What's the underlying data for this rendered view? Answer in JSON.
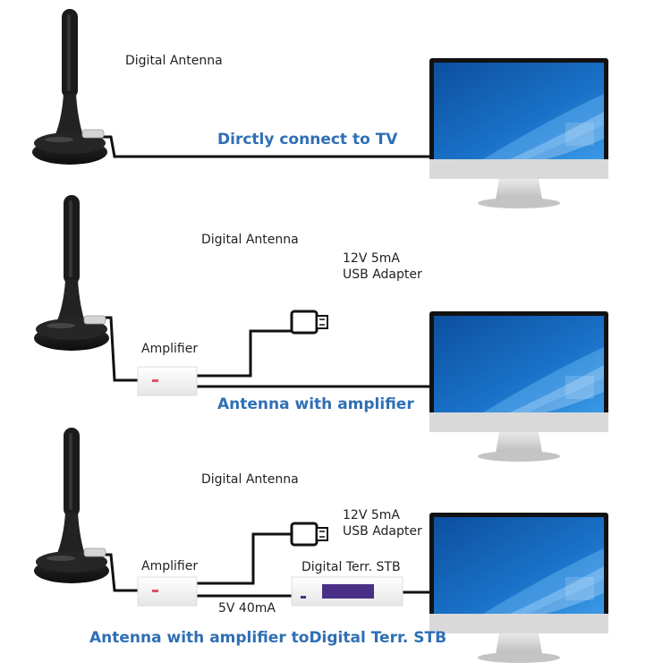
{
  "colors": {
    "title_blue": "#2f6fb5",
    "cable": "#111111",
    "antenna_black": "#1b1b1b",
    "screen_blue": "#1565b8",
    "stb_display": "#4a2f86",
    "led_red": "#e0506a"
  },
  "sections": [
    {
      "antenna_label": "Digital Antenna",
      "title": "Dirctly connect to TV"
    },
    {
      "antenna_label": "Digital Antenna",
      "power_label": "12V 5mA",
      "adapter_label": "USB Adapter",
      "amplifier_label": "Amplifier",
      "title": "Antenna with amplifier"
    },
    {
      "antenna_label": "Digital Antenna",
      "power_label": "12V 5mA",
      "adapter_label": "USB Adapter",
      "amplifier_label": "Amplifier",
      "stb_label": "Digital Terr. STB",
      "current_label": "5V 40mA",
      "title": "Antenna with amplifier toDigital Terr. STB"
    }
  ],
  "icons": {
    "antenna": "antenna-icon",
    "monitor": "monitor-icon",
    "usb": "usb-plug-icon"
  }
}
